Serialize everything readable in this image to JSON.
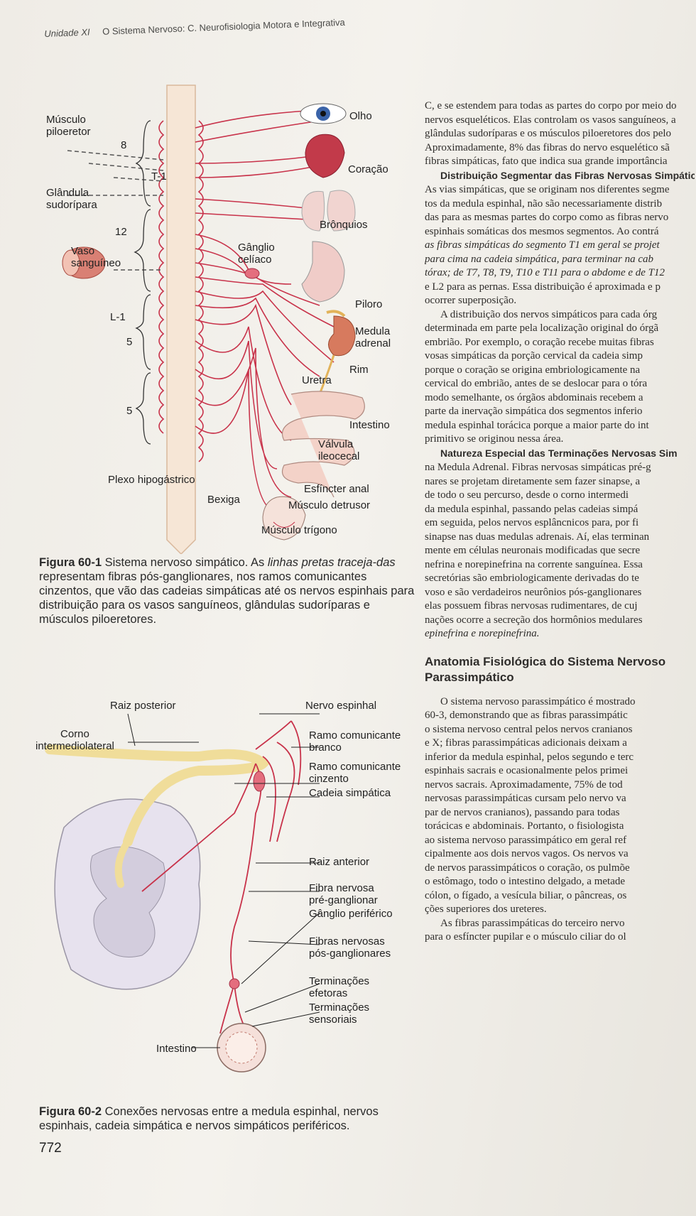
{
  "header": {
    "unit": "Unidade XI",
    "title": "O Sistema Nervoso: C. Neurofisiologia Motora e Integrativa"
  },
  "figure1": {
    "labels": {
      "musculo_piloeretor": [
        "Músculo",
        "piloeretor"
      ],
      "glandula_sudoripara": [
        "Glândula",
        "sudorípara"
      ],
      "vaso_sanguineo": [
        "Vaso",
        "sanguíneo"
      ],
      "seg_8": "8",
      "seg_t1": "T-1",
      "seg_12": "12",
      "seg_l1": "L-1",
      "seg_5a": "5",
      "seg_5b": "5",
      "ganglio_celiaco": [
        "Gânglio",
        "celíaco"
      ],
      "olho": "Olho",
      "coracao": "Coração",
      "bronquios": "Brônquios",
      "piloro": "Piloro",
      "medula_adrenal": [
        "Medula",
        "adrenal"
      ],
      "rim": "Rim",
      "uretra": "Uretra",
      "intestino": "Intestino",
      "valvula_ileocecal": [
        "Válvula",
        "ileocecal"
      ],
      "plexo_hipogastrico": "Plexo hipogástrico",
      "esfincter_anal": "Esfíncter anal",
      "bexiga": "Bexiga",
      "musculo_detrusor": "Músculo detrusor",
      "musculo_trigono": "Músculo trígono"
    },
    "caption": {
      "number": "Figura 60-1",
      "text_a": " Sistema nervoso simpático. As ",
      "italic": "linhas pretas traceja-das",
      "text_b": " representam fibras pós-ganglionares, nos ramos comunicantes cinzentos, que vão das cadeias simpáticas até os nervos espinhais para distribuição para os vasos sanguíneos, glândulas sudoríparas e músculos piloeretores."
    }
  },
  "figure2": {
    "labels": {
      "raiz_posterior": "Raiz posterior",
      "nervo_espinhal": "Nervo espinhal",
      "corno": [
        "Corno",
        "intermediolateral"
      ],
      "ramo_branco": [
        "Ramo comunicante",
        "branco"
      ],
      "ramo_cinzento": [
        "Ramo comunicante",
        "cinzento"
      ],
      "cadeia_simpatica": "Cadeia simpática",
      "raiz_anterior": "Raiz anterior",
      "fibra_pre": [
        "Fibra nervosa",
        "pré-ganglionar"
      ],
      "ganglio_periferico": "Gânglio periférico",
      "fibras_pos": [
        "Fibras nervosas",
        "pós-ganglionares"
      ],
      "term_efetoras": [
        "Terminações",
        "efetoras"
      ],
      "term_sensoriais": [
        "Terminações",
        "sensoriais"
      ],
      "intestino": "Intestino"
    },
    "caption": {
      "number": "Figura 60-2",
      "text": " Conexões nervosas entre a medula espinhal, nervos espinhais, cadeia simpática e nervos simpáticos periféricos."
    }
  },
  "body_text": {
    "p1": [
      "C, e se estendem para todas as partes do corpo por meio do",
      "nervos esqueléticos. Elas controlam os vasos sanguíneos, a",
      "glândulas sudoríparas e os músculos piloeretores dos pelo",
      "Aproximadamente, 8% das fibras do nervo esquelético sã",
      "fibras simpáticas, fato que indica sua grande importância"
    ],
    "dist_title": "Distribuição Segmentar das Fibras Nervosas Simpática",
    "p2": [
      "As vias simpáticas, que se originam nos diferentes segme",
      "tos da medula espinhal, não são necessariamente distrib",
      "das para as mesmas partes do corpo como as fibras nervo",
      "espinhais somáticas dos mesmos segmentos. Ao contrá",
      "as fibras simpáticas do segmento T1 em geral se projet",
      "para cima na cadeia simpática, para terminar na cab",
      "tórax; de T7, T8, T9, T10 e T11 para o abdome e de T12",
      "e L2 para as pernas. Essa distribuição é aproximada e p",
      "ocorrer superposição."
    ],
    "p3": [
      "A distribuição dos nervos simpáticos para cada órg",
      "determinada em parte pela localização original do órgã",
      "embrião. Por exemplo, o coração recebe muitas fibras",
      "vosas simpáticas da porção cervical da cadeia simp",
      "porque o coração se origina embriologicamente na",
      "cervical do embrião, antes de se deslocar para o tóra",
      "modo semelhante, os órgãos abdominais recebem a",
      "parte da inervação simpática dos segmentos inferio",
      "medula espinhal torácica porque a maior parte do int",
      "primitivo se originou nessa área."
    ],
    "nat_title": "Natureza Especial das Terminações Nervosas Sim",
    "p4": [
      "na Medula Adrenal. Fibras nervosas simpáticas pré-g",
      "nares se projetam diretamente sem fazer sinapse, a",
      "de todo o seu percurso, desde o corno intermedi",
      "da medula espinhal, passando pelas cadeias simpá",
      "em seguida, pelos nervos esplâncnicos para, por fi",
      "sinapse nas duas medulas adrenais. Aí, elas terminan",
      "mente em células neuronais modificadas que secre",
      "nefrina e norepinefrina na corrente sanguínea. Essa",
      "secretórias são embriologicamente derivadas do te",
      "voso e são verdadeiros neurônios pós-ganglionares",
      "elas possuem fibras nervosas rudimentares, de cuj",
      "nações ocorre a secreção dos hormônios medulares",
      "epinefrina e norepinefrina."
    ],
    "section_title": [
      "Anatomia Fisiológica do Sistema Nervoso",
      "Parassimpático"
    ],
    "p5": [
      "O sistema nervoso parassimpático é mostrado",
      "60-3, demonstrando que as fibras parassimpátic",
      "o sistema nervoso central pelos nervos cranianos",
      "e X; fibras parassimpáticas adicionais deixam a",
      "inferior da medula espinhal, pelos segundo e terc",
      "espinhais sacrais e ocasionalmente pelos primei",
      "nervos sacrais. Aproximadamente, 75% de tod",
      "nervosas parassimpáticas cursam pelo nervo va",
      "par de nervos cranianos), passando para todas",
      "torácicas e abdominais. Portanto, o fisiologista",
      "ao sistema nervoso parassimpático em geral ref",
      "cipalmente aos dois nervos vagos. Os nervos va",
      "de nervos parassimpáticos o coração, os pulmõe",
      "o estômago, todo o intestino delgado, a metade",
      "cólon, o fígado, a vesícula biliar, o pâncreas, os",
      "ções superiores dos ureteres."
    ],
    "p6": [
      "As fibras parassimpáticas do terceiro nervo",
      "para o esfíncter pupilar e o músculo ciliar do ol"
    ]
  },
  "page_number": "772"
}
